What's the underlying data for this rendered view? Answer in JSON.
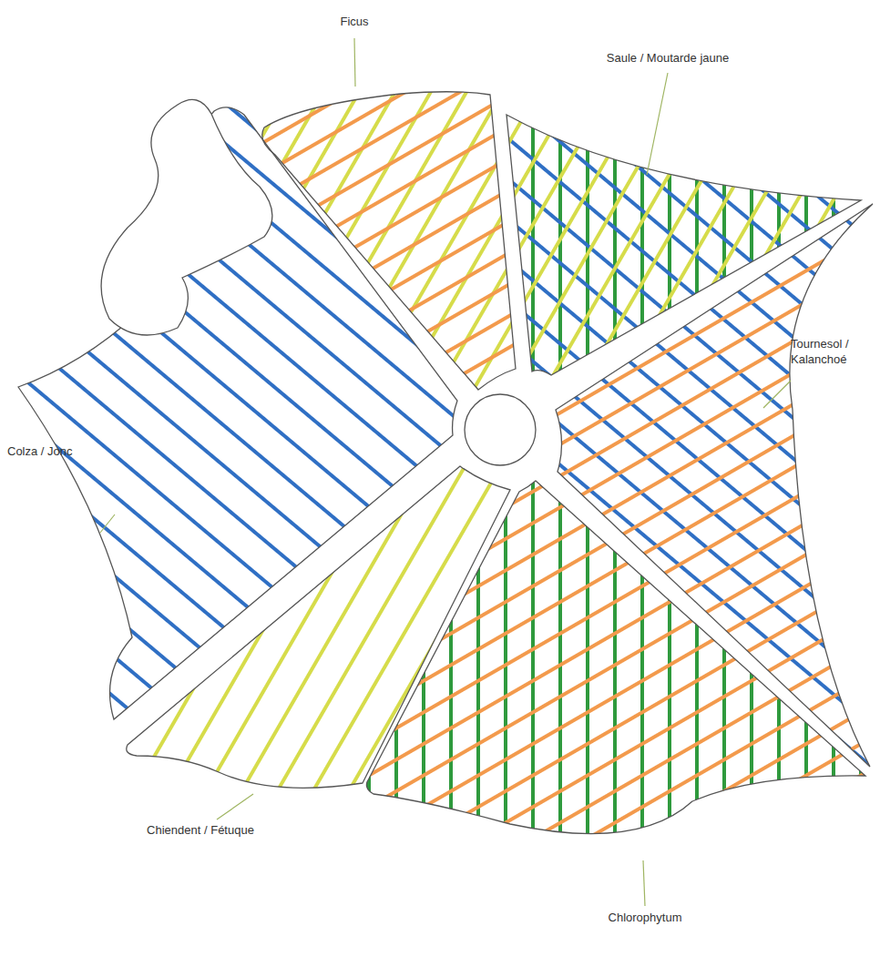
{
  "diagram": {
    "labels": [
      "Ficus",
      "Saule / Moutarde jaune",
      "Tournesol / Kalanchoé",
      "Colza / Jonc",
      "Chiendent / Fétuque",
      "Chlorophytum"
    ]
  }
}
